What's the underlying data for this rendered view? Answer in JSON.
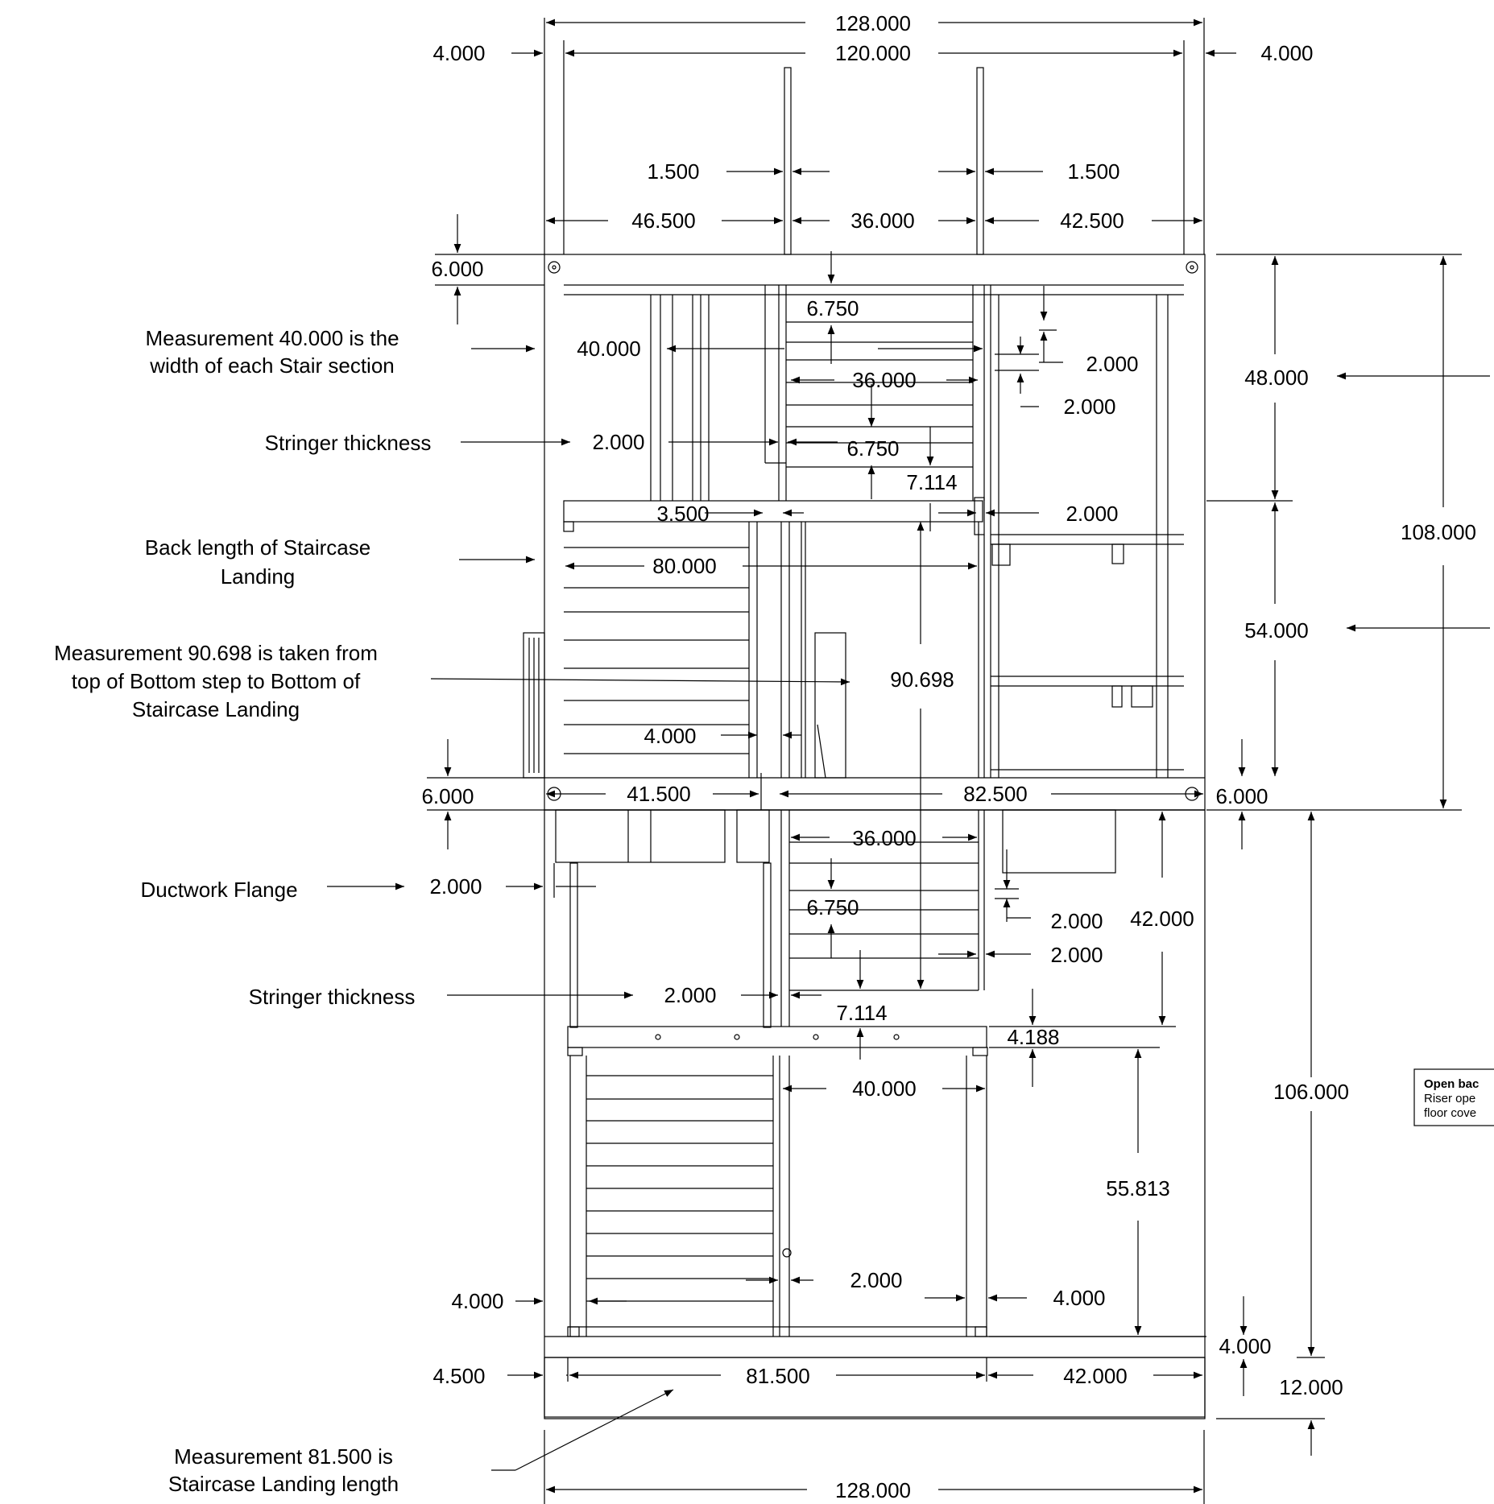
{
  "dimensions": {
    "top_overall": "128.000",
    "top_inner": "120.000",
    "top_left_offset": "4.000",
    "top_right_offset": "4.000",
    "stringer_left": "1.500",
    "stringer_right": "1.500",
    "span_left": "46.500",
    "span_center": "36.000",
    "span_right": "42.500",
    "top_beam": "6.000",
    "step_rise_top": "6.750",
    "stair_width_top": "40.000",
    "tread_offset_a": "2.000",
    "tread_offset_b": "2.000",
    "stair_inner_top": "36.000",
    "stringer_top": "2.000",
    "step_rise_mid": "6.750",
    "step_nose_top": "7.114",
    "landing_gap": "3.500",
    "landing_side": "2.000",
    "landing_back": "80.000",
    "right_upper": "48.000",
    "right_overall": "108.000",
    "right_mid": "54.000",
    "total_rise": "90.698",
    "gap_4": "4.000",
    "mid_beam_left": "6.000",
    "mid_beam_right": "6.000",
    "mid_left": "41.500",
    "mid_right": "82.500",
    "stair_inner_bottom": "36.000",
    "flange": "2.000",
    "step_rise_bottom": "6.750",
    "tread_offset_c": "2.000",
    "beam_42": "42.000",
    "tread_offset_d": "2.000",
    "stringer_bottom": "2.000",
    "step_nose_bottom": "7.114",
    "landing_thick": "4.188",
    "stair_width_bottom": "40.000",
    "right_lower": "106.000",
    "landing_height": "55.813",
    "post_inset": "2.000",
    "bottom_left_gap": "4.000",
    "bottom_right_gap": "4.000",
    "floor_gap": "4.000",
    "base_left": "4.500",
    "landing_length": "81.500",
    "base_right": "42.000",
    "base_height": "12.000",
    "bottom_overall": "128.000"
  },
  "notes": {
    "stair_width_line1": "Measurement 40.000 is the",
    "stair_width_line2": "width of each Stair section",
    "stringer_upper": "Stringer thickness",
    "back_length_line1": "Back length of Staircase",
    "back_length_line2": "Landing",
    "rise_line1": "Measurement 90.698 is taken from",
    "rise_line2": "top of Bottom step to Bottom of",
    "rise_line3": "Staircase Landing",
    "ductwork": "Ductwork Flange",
    "stringer_lower": "Stringer thickness",
    "landing_length_line1": "Measurement 81.500 is",
    "landing_length_line2": "Staircase Landing length"
  },
  "side_note": {
    "title": "Open bac",
    "line1": "Riser ope",
    "line2": "floor cove"
  }
}
